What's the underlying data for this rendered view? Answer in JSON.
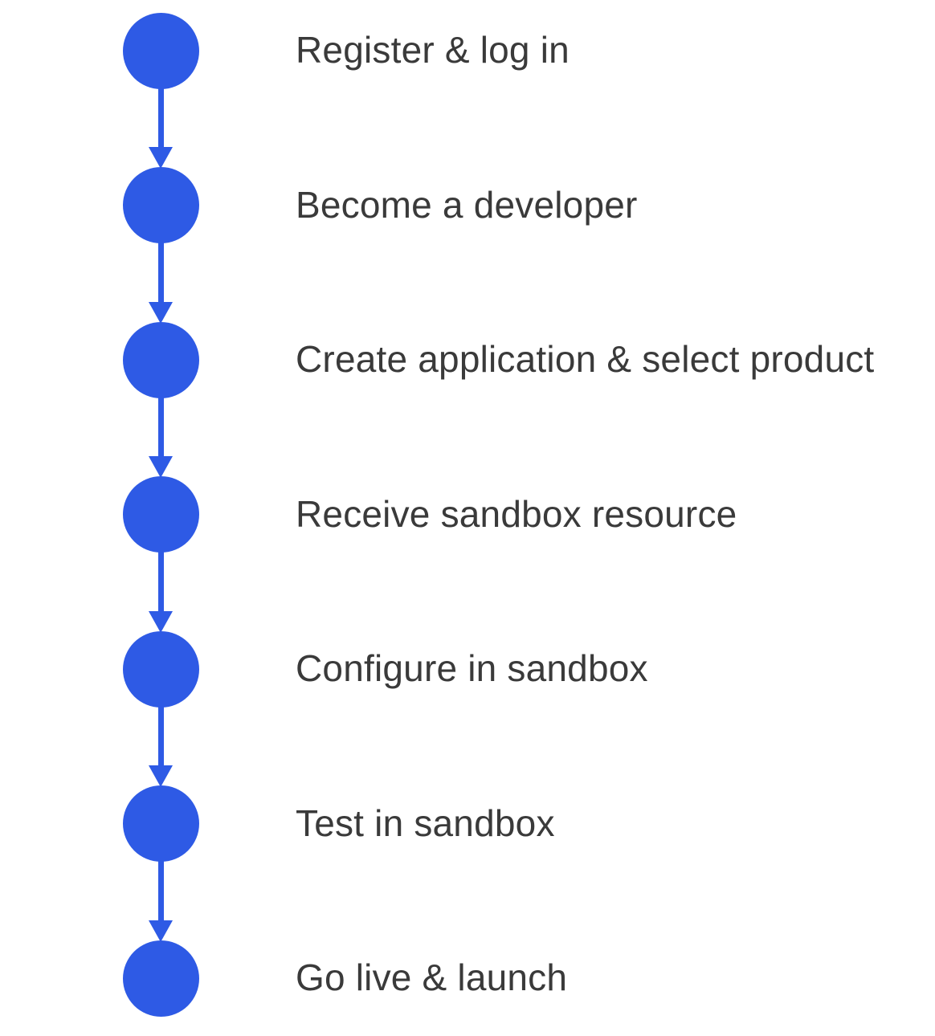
{
  "diagram": {
    "type": "flowchart-vertical",
    "node_color": "#2E5AE5",
    "text_color": "#3A3A3A",
    "steps": [
      {
        "label": "Register & log in"
      },
      {
        "label": "Become a developer"
      },
      {
        "label": "Create application & select product"
      },
      {
        "label": "Receive sandbox resource"
      },
      {
        "label": "Configure in sandbox"
      },
      {
        "label": "Test in sandbox"
      },
      {
        "label": "Go live & launch"
      }
    ]
  }
}
